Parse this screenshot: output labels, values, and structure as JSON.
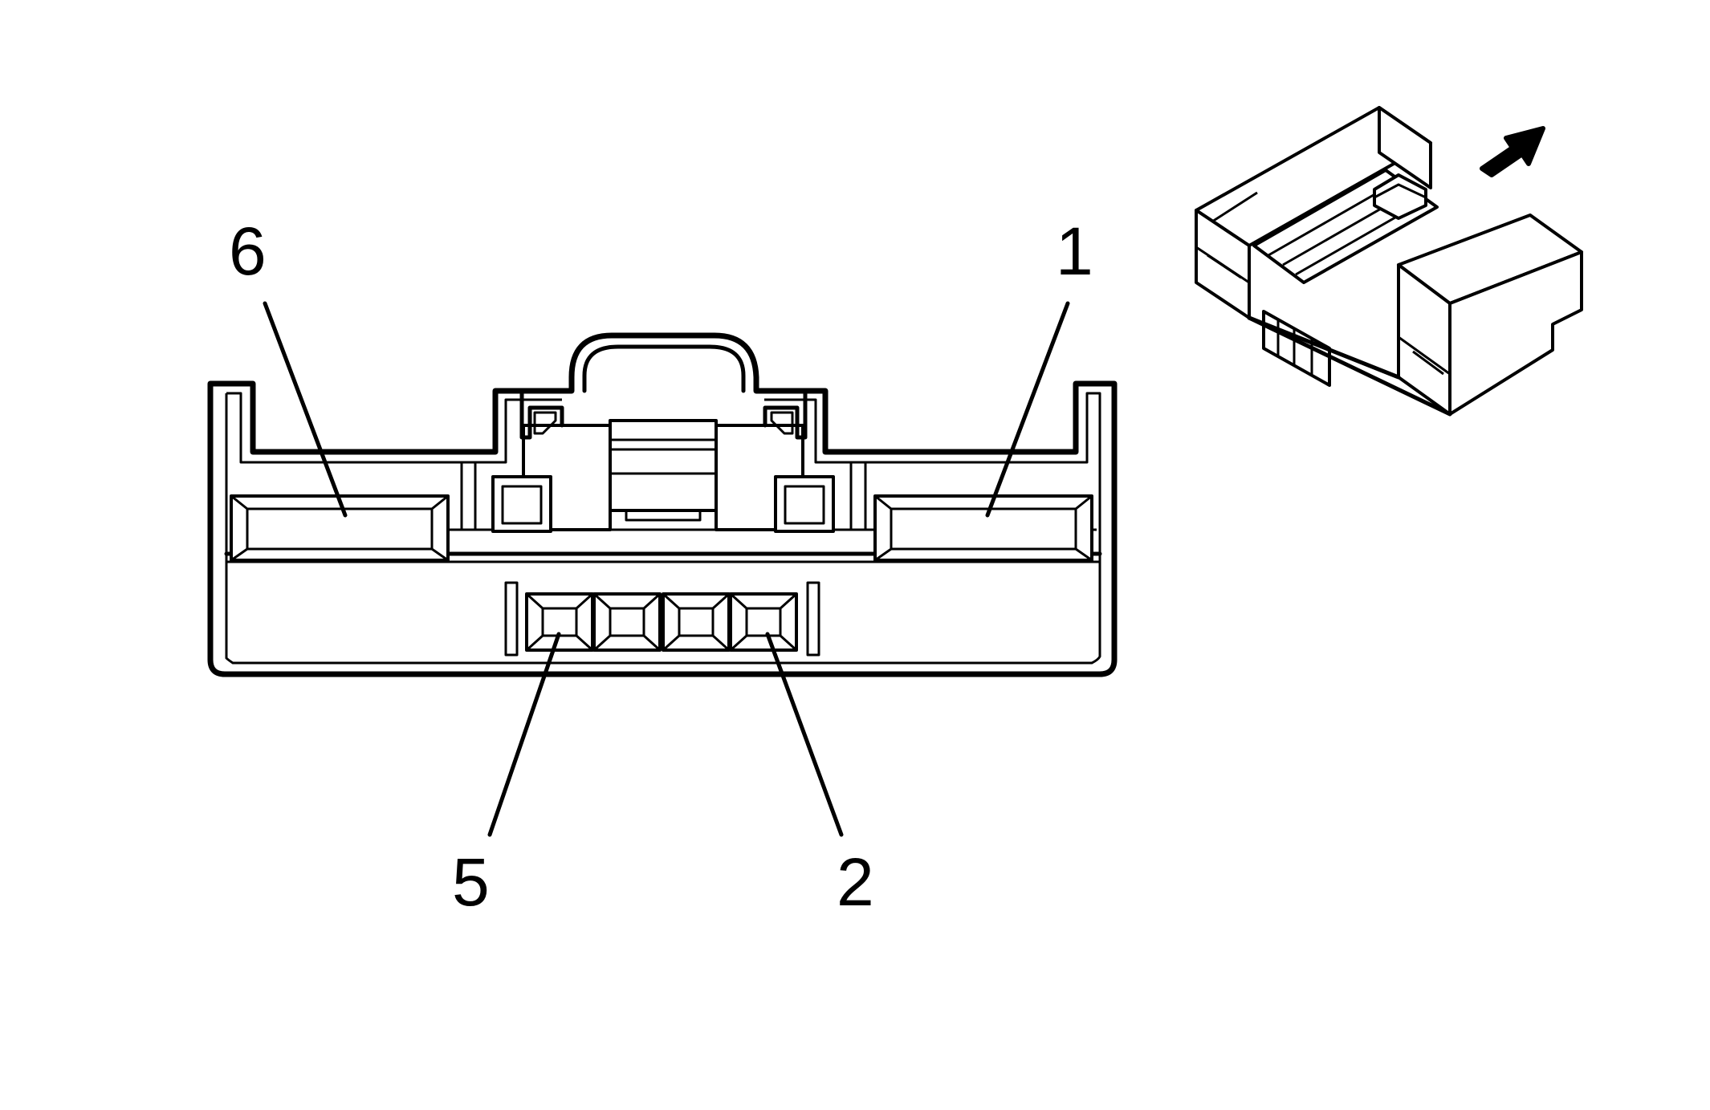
{
  "diagram": {
    "type": "connector-end-view",
    "pin_labels": {
      "pin6": "6",
      "pin1": "1",
      "pin5": "5",
      "pin2": "2"
    },
    "colors": {
      "line": "#000000",
      "background": "#ffffff"
    },
    "icons": {
      "direction_arrow": "arrow-up-right-icon",
      "connector_iso": "connector-isometric-icon"
    }
  }
}
